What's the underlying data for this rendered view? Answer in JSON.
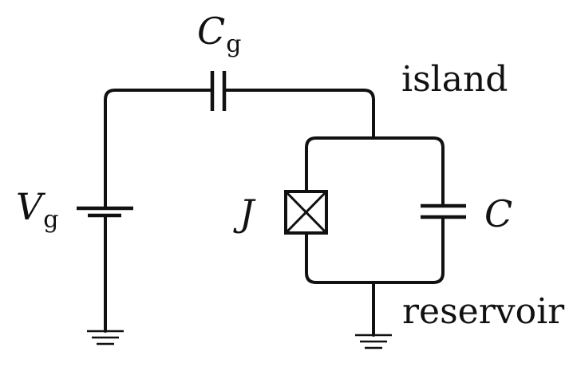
{
  "diagram": {
    "labels": {
      "gate_capacitor": {
        "main": "C",
        "sub": "g"
      },
      "gate_voltage": {
        "main": "V",
        "sub": "g"
      },
      "island": "island",
      "junction": "J",
      "capacitor": "C",
      "reservoir": "reservoir"
    },
    "junction_glyph": "crossed-box",
    "colors": {
      "stroke": "#111111",
      "background": "#ffffff"
    }
  }
}
